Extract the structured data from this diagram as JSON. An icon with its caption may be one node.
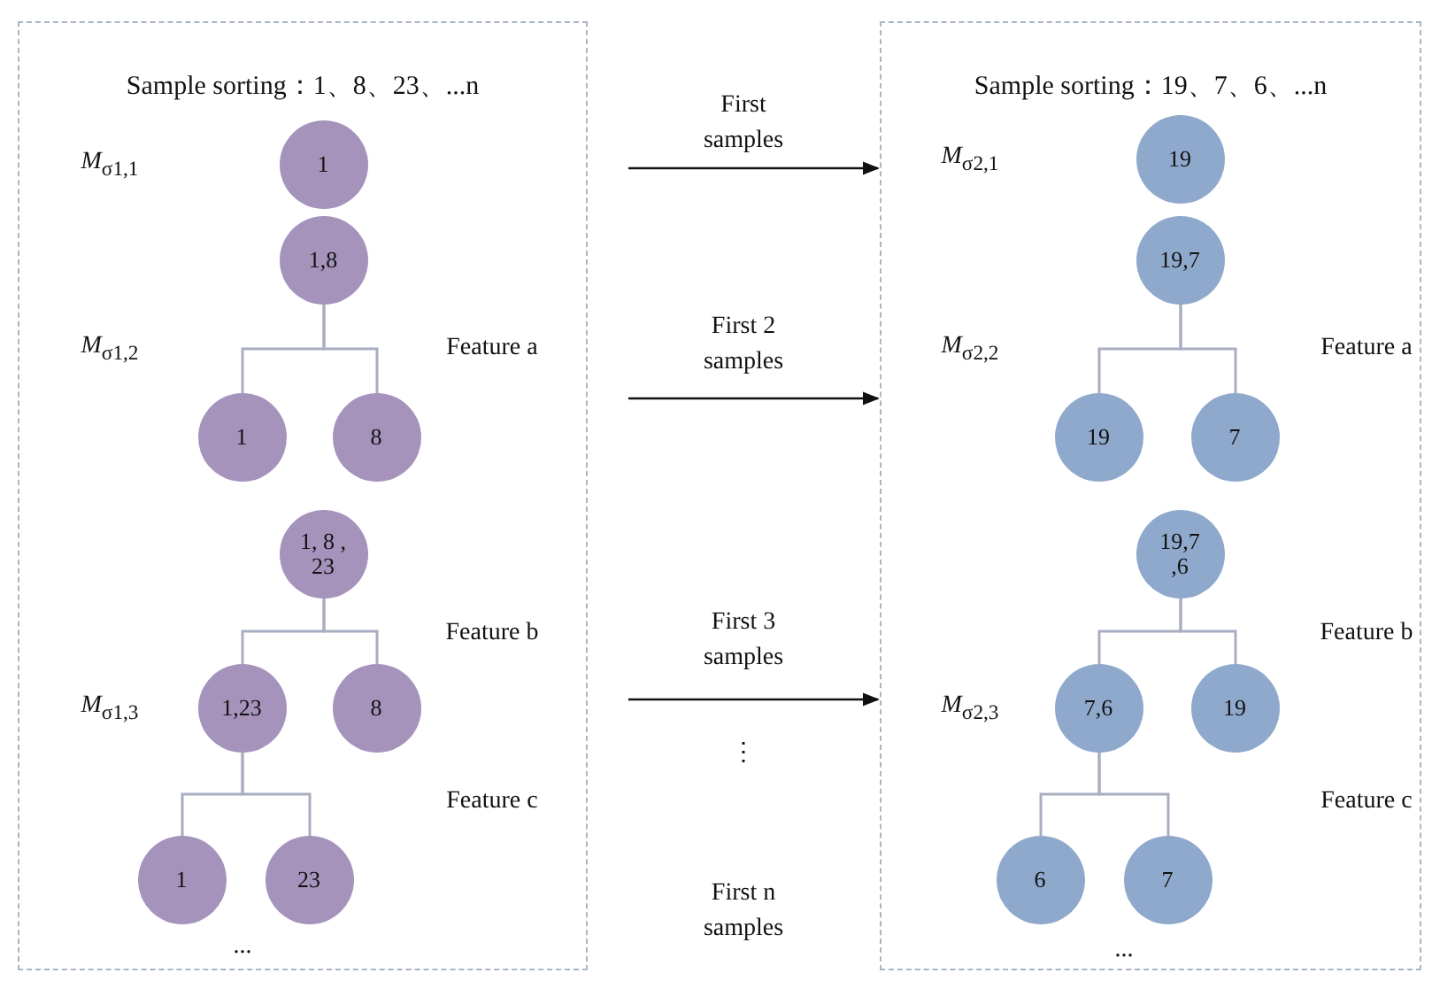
{
  "diagram": {
    "nodes": [
      {
        "text": [
          "Sample sorting：1、8、23、...n"
        ]
      },
      {
        "text": [
          "1"
        ],
        "in": 0
      },
      {
        "text": [
          "1,8"
        ],
        "in": 0
      },
      {
        "text": [
          "1"
        ],
        "in": 0
      },
      {
        "text": [
          "8"
        ],
        "in": 0
      },
      {
        "text": [
          "1, 8 , 23"
        ],
        "in": 0
      },
      {
        "text": [
          "1,23"
        ],
        "in": 0
      },
      {
        "text": [
          "8"
        ],
        "in": 0
      },
      {
        "text": [
          "1"
        ],
        "in": 0
      },
      {
        "text": [
          "23"
        ],
        "in": 0
      },
      {
        "text": [
          "Sample sorting：19、7、6、...n"
        ]
      },
      {
        "text": [
          "19"
        ],
        "in": 10
      },
      {
        "text": [
          "19,7"
        ],
        "in": 10
      },
      {
        "text": [
          "19"
        ],
        "in": 10
      },
      {
        "text": [
          "7"
        ],
        "in": 10
      },
      {
        "text": [
          "19,7 ,6"
        ],
        "in": 10
      },
      {
        "text": [
          "7,6"
        ],
        "in": 10
      },
      {
        "text": [
          "19"
        ],
        "in": 10
      },
      {
        "text": [
          "6"
        ],
        "in": 10
      },
      {
        "text": [
          "7"
        ],
        "in": 10
      }
    ],
    "edges": [
      {
        "from": 2,
        "to": 3,
        "arrow": "none"
      },
      {
        "from": 2,
        "to": 4,
        "arrow": "none"
      },
      {
        "from": 5,
        "to": 6,
        "arrow": "none"
      },
      {
        "from": 5,
        "to": 7,
        "arrow": "none"
      },
      {
        "from": 6,
        "to": 8,
        "arrow": "none"
      },
      {
        "from": 6,
        "to": 9,
        "arrow": "none"
      },
      {
        "from": 12,
        "to": 13,
        "arrow": "none"
      },
      {
        "from": 12,
        "to": 14,
        "arrow": "none"
      },
      {
        "from": 15,
        "to": 16,
        "arrow": "none"
      },
      {
        "from": 15,
        "to": 17,
        "arrow": "none"
      },
      {
        "from": 16,
        "to": 18,
        "arrow": "none"
      },
      {
        "from": 16,
        "to": 19,
        "arrow": "none"
      },
      {
        "from": null,
        "to": 10,
        "arrow": "to",
        "label": "First samples",
        "color": "#111111"
      },
      {
        "from": null,
        "to": 10,
        "arrow": "to",
        "label": "First 2 samples",
        "color": "#111111"
      },
      {
        "from": null,
        "to": 10,
        "arrow": "to",
        "label": "First 3 samples",
        "color": "#111111"
      }
    ],
    "labels": [
      "*M*$_{σ1,1}$",
      "*M*$_{σ1,2}$",
      "Feature a",
      "Feature b",
      "*M*$_{σ1,3}$",
      "Feature c",
      "...",
      "*M*$_{σ2,1}$",
      "*M*$_{σ2,2}$",
      "Feature a",
      "Feature b",
      "*M*$_{σ2,3}$",
      "Feature c",
      "...",
      "⋮",
      "First n samples"
    ]
  }
}
